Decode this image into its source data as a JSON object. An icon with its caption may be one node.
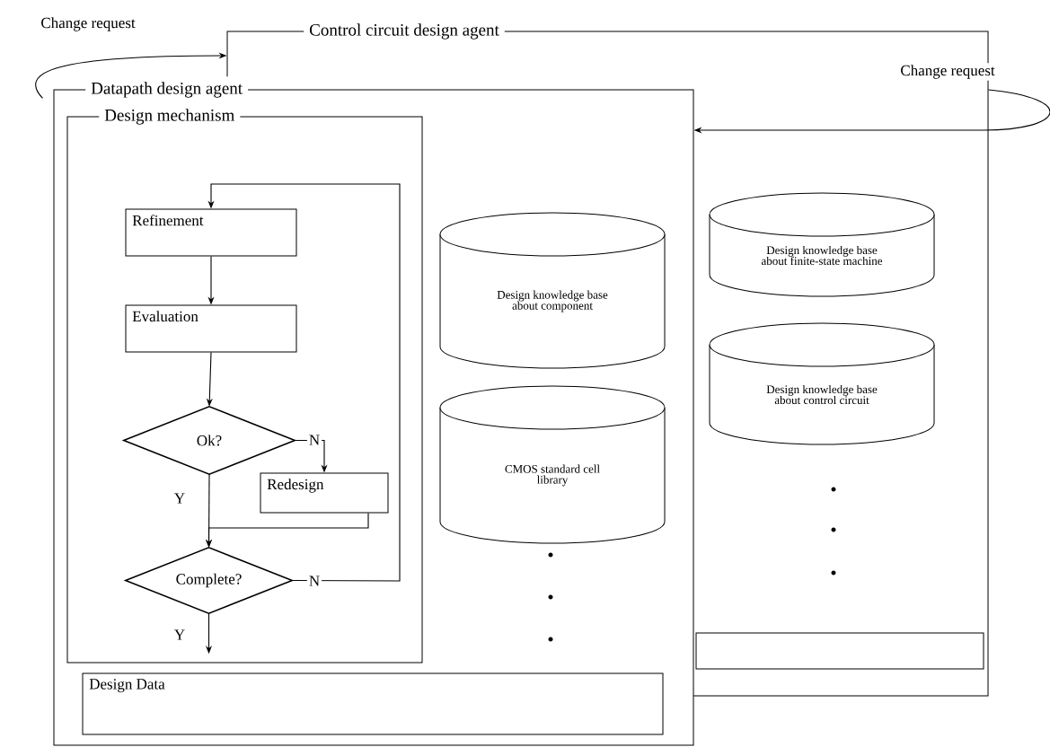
{
  "diagram": {
    "nodes": [
      {
        "text": [
          "Control circuit design agent"
        ]
      },
      {
        "text": [
          "Datapath design agent"
        ]
      },
      {
        "text": [
          "Design mechanism"
        ],
        "in": 1
      },
      {
        "text": [
          "Refinement"
        ],
        "in": 2
      },
      {
        "text": [
          "Evaluation"
        ],
        "in": 2
      },
      {
        "text": [
          "Ok?"
        ],
        "in": 2
      },
      {
        "text": [
          "Redesign"
        ]
      },
      {
        "text": [
          "Complete?"
        ],
        "in": 2
      },
      {
        "text": [
          "Design Data"
        ],
        "in": 1
      },
      {
        "text": [
          "Design knowledge base about component"
        ]
      },
      {
        "text": [
          "CMOS standard cell library"
        ]
      },
      {
        "text": [
          "Design knowledge base about finite-state machine"
        ],
        "in": 0
      },
      {
        "text": [
          "Design knowledge base about control circuit"
        ],
        "in": 0
      },
      {
        "text": [],
        "shape": "box",
        "in": 0
      }
    ],
    "edges": [
      {
        "from": 3,
        "to": 4,
        "arrow": "to"
      },
      {
        "from": 4,
        "to": 5,
        "arrow": "to"
      },
      {
        "from": 5,
        "to": 6,
        "arrow": "to",
        "label": "N"
      },
      {
        "from": 5,
        "to": 7,
        "arrow": "to",
        "label": "Y"
      },
      {
        "from": 6,
        "to": 7,
        "arrow": "to"
      },
      {
        "from": 7,
        "to": 3,
        "arrow": "to",
        "label": "N"
      },
      {
        "from": 7,
        "to": null,
        "arrow": "to",
        "label": "Y"
      },
      {
        "from": 1,
        "to": 0,
        "arrow": "to",
        "label": "Change request"
      },
      {
        "from": 0,
        "to": 1,
        "arrow": "to",
        "label": "Change request"
      }
    ]
  }
}
